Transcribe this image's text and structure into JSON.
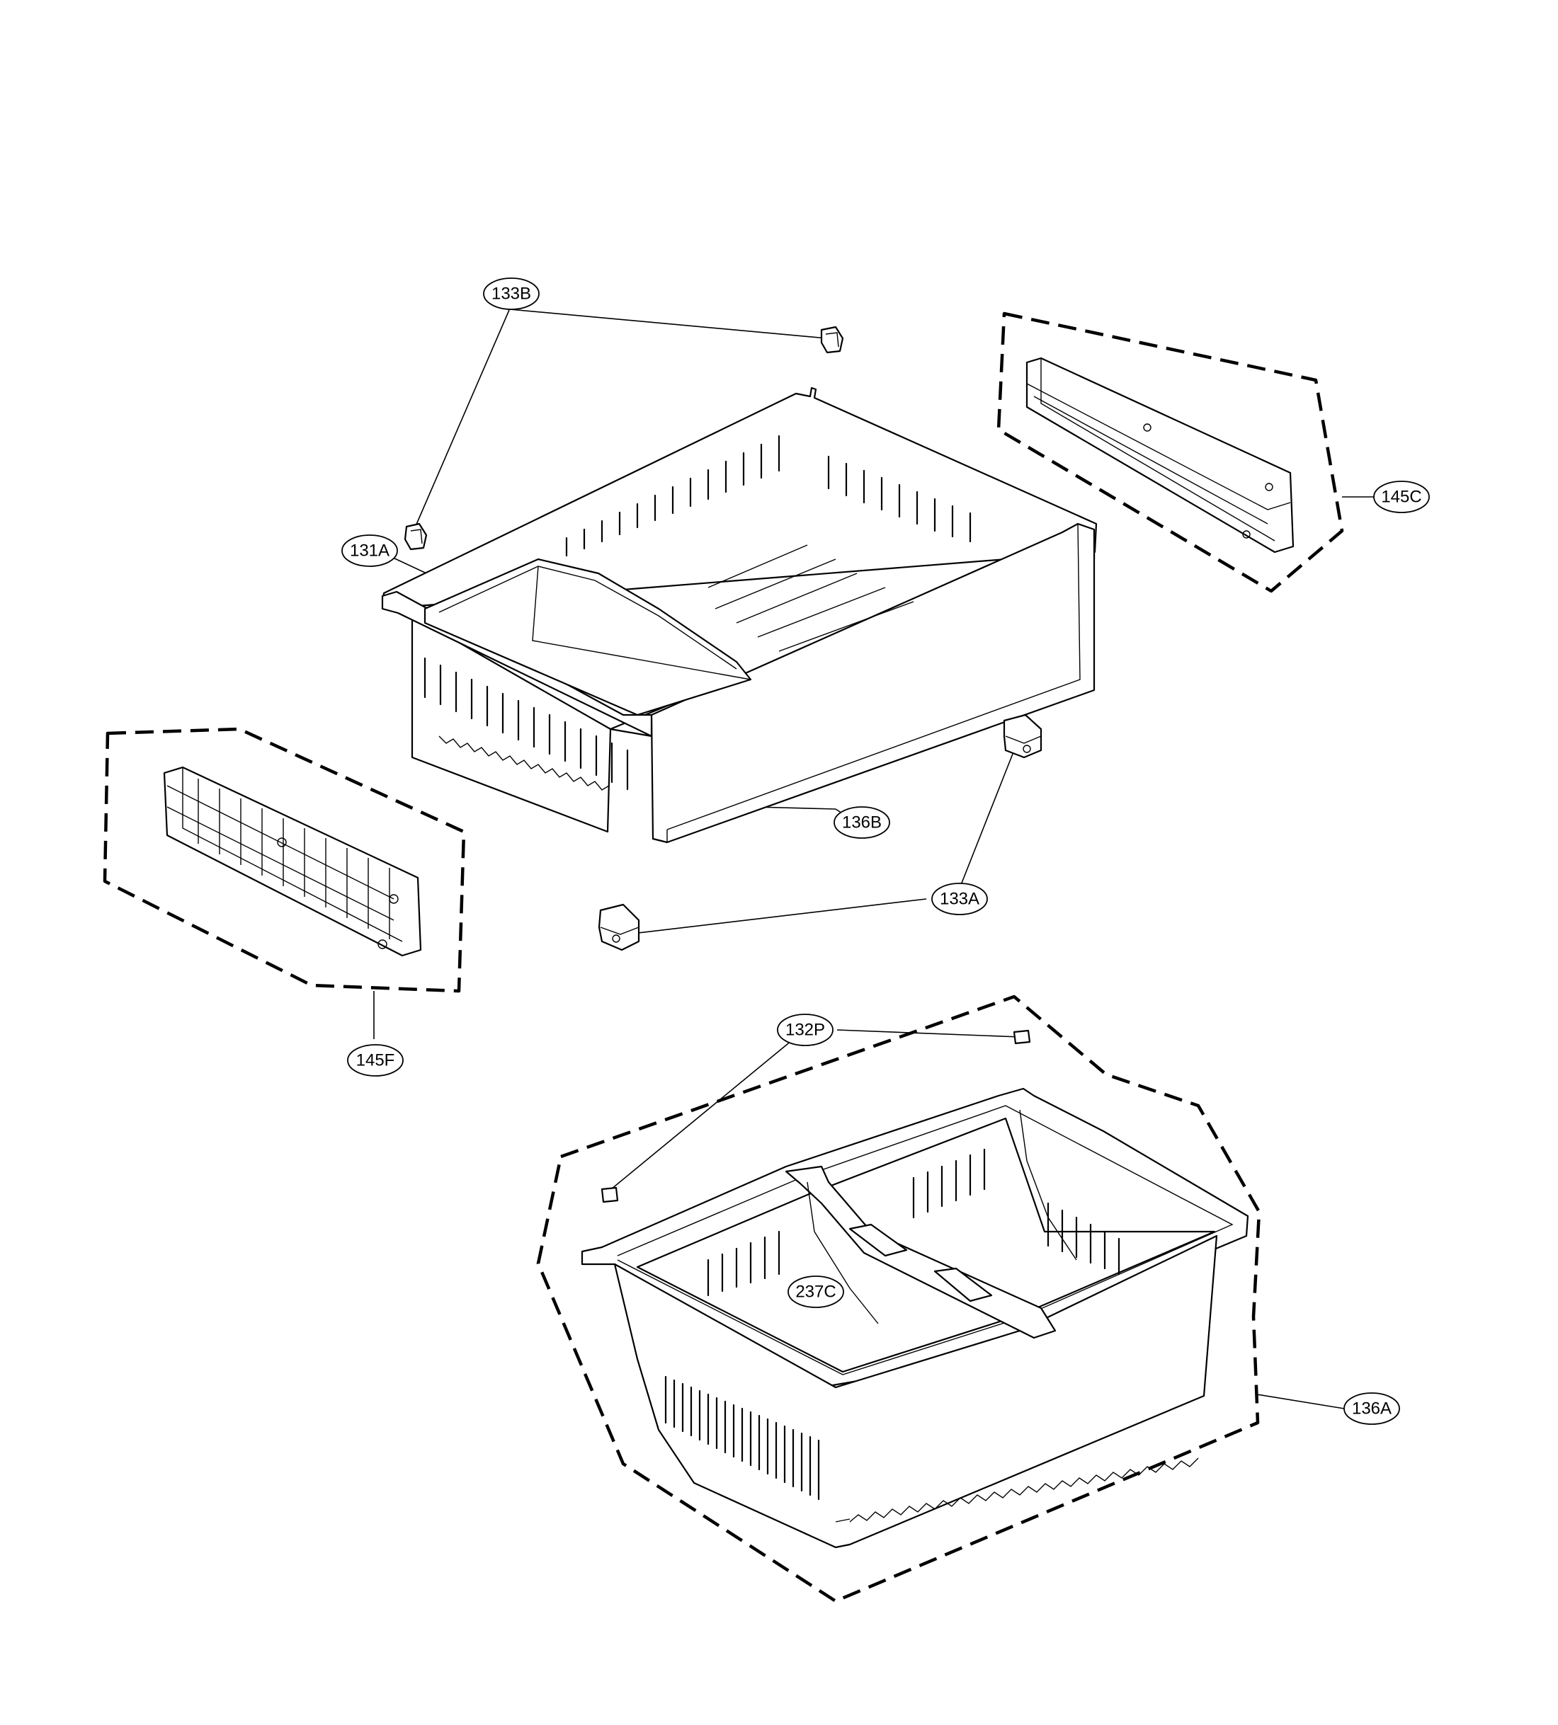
{
  "callouts": {
    "c133B": "133B",
    "c145C": "145C",
    "c131A": "131A",
    "c136B": "136B",
    "c133A": "133A",
    "c145F": "145F",
    "c132P": "132P",
    "c237C": "237C",
    "c136A": "136A"
  }
}
